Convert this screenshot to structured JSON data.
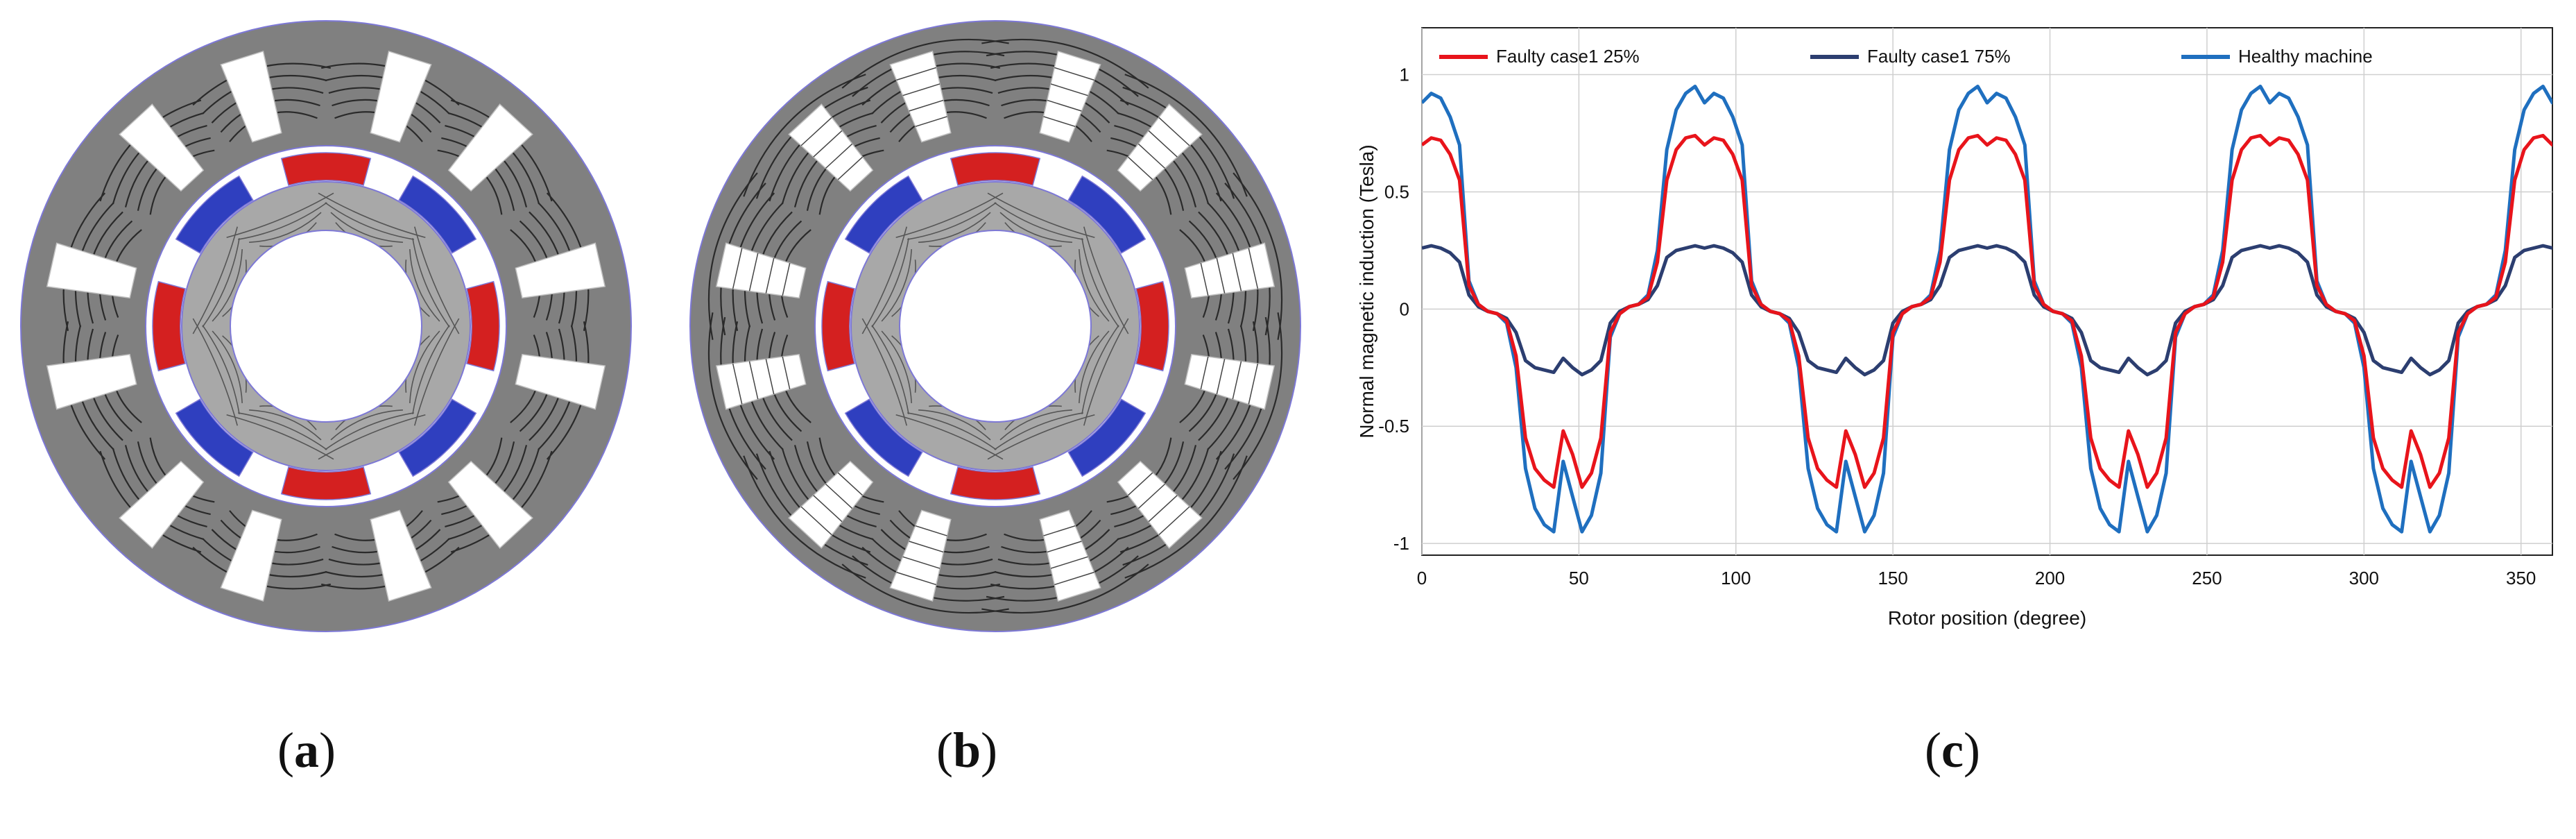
{
  "figure": {
    "panel_labels": [
      "a",
      "b",
      "c"
    ],
    "label_open": "(",
    "label_close": ")"
  },
  "colors": {
    "steel": "#808080",
    "steel_light": "#a8a8a8",
    "magnet_red": "#d42020",
    "magnet_blue": "#2f3fbf",
    "flux_line": "#2a2a2a",
    "outline": "#7d78d6",
    "healthy": "#1f6fbf",
    "faulty25": "#e8141b",
    "faulty75": "#2c3e70"
  },
  "chart_data": {
    "type": "line",
    "title": "",
    "xlabel": "Rotor position (degree)",
    "ylabel": "Normal magnetic induction (Tesla)",
    "xlim": [
      0,
      360
    ],
    "ylim": [
      -1.05,
      1.2
    ],
    "xticks": [
      0,
      50,
      100,
      150,
      200,
      250,
      300,
      350
    ],
    "yticks": [
      1,
      0.5,
      0,
      -0.5,
      -1
    ],
    "ytick_labels": [
      "1",
      "0.5",
      "0",
      "-0.5",
      "-1"
    ],
    "grid": true,
    "legend_position": "top",
    "period_degrees": 90,
    "x": [
      0,
      3,
      6,
      9,
      12,
      15,
      18,
      21,
      24,
      27,
      30,
      33,
      36,
      39,
      42,
      45,
      48,
      51,
      54,
      57,
      60,
      63,
      66,
      69,
      72,
      75,
      78,
      81,
      84,
      87,
      90
    ],
    "series": [
      {
        "name": "Faulty case1 25%",
        "color": "#e8141b",
        "y": [
          0.7,
          0.73,
          0.72,
          0.66,
          0.55,
          0.1,
          0.02,
          -0.01,
          -0.02,
          -0.05,
          -0.2,
          -0.55,
          -0.68,
          -0.73,
          -0.76,
          -0.52,
          -0.62,
          -0.76,
          -0.7,
          -0.55,
          -0.1,
          -0.02,
          0.01,
          0.02,
          0.05,
          0.2,
          0.55,
          0.68,
          0.73,
          0.74,
          0.7
        ]
      },
      {
        "name": "Faulty case1 75%",
        "color": "#2c3e70",
        "y": [
          0.26,
          0.27,
          0.26,
          0.24,
          0.2,
          0.06,
          0.01,
          -0.01,
          -0.02,
          -0.04,
          -0.1,
          -0.22,
          -0.25,
          -0.26,
          -0.27,
          -0.21,
          -0.25,
          -0.28,
          -0.26,
          -0.22,
          -0.06,
          -0.01,
          0.01,
          0.02,
          0.04,
          0.1,
          0.22,
          0.25,
          0.26,
          0.27,
          0.26
        ]
      },
      {
        "name": "Healthy machine",
        "color": "#1f6fbf",
        "y": [
          0.88,
          0.92,
          0.9,
          0.82,
          0.7,
          0.12,
          0.02,
          -0.01,
          -0.02,
          -0.06,
          -0.25,
          -0.68,
          -0.85,
          -0.92,
          -0.95,
          -0.65,
          -0.8,
          -0.95,
          -0.88,
          -0.7,
          -0.12,
          -0.02,
          0.01,
          0.02,
          0.06,
          0.25,
          0.68,
          0.85,
          0.92,
          0.95,
          0.88
        ]
      }
    ]
  }
}
